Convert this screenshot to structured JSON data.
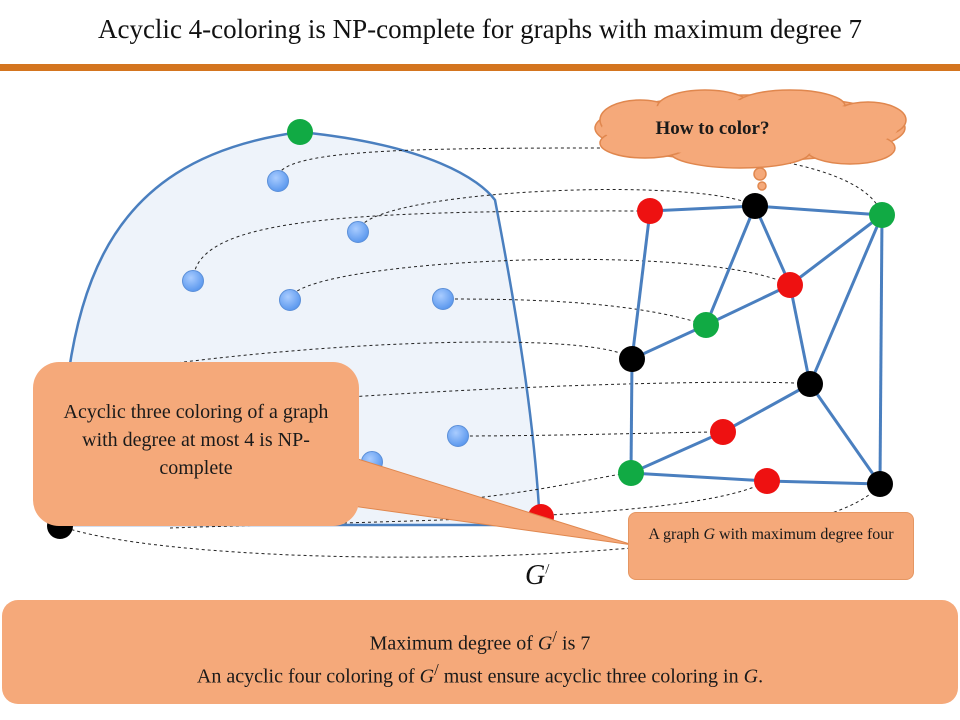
{
  "title": "Acyclic 4-coloring is NP-complete for graphs with maximum degree 7",
  "cloud": {
    "text": "How to color?"
  },
  "callout": {
    "text": "Acyclic three coloring of a graph with degree at most 4 is NP-complete"
  },
  "graph_label": {
    "before": "A graph ",
    "g": "G",
    "after": " with maximum degree four"
  },
  "gprime": {
    "base": "G",
    "mark": "/"
  },
  "bottom": {
    "line1_a": "Maximum degree of ",
    "line1_g": "G",
    "line1_mark": "/",
    "line1_b": " is 7",
    "line2_a": "An acyclic four coloring of ",
    "line2_g": "G",
    "line2_mark": "/",
    "line2_b": " must ensure acyclic three coloring in ",
    "line2_g2": "G",
    "line2_c": "."
  },
  "colors": {
    "accent_rule": "#d4751f",
    "note_fill": "#f5a97a",
    "edge": "#4a7fbf",
    "red": "#ee1111",
    "green": "#11aa44",
    "black": "#000000",
    "light_blue": "#6fa8f2"
  }
}
